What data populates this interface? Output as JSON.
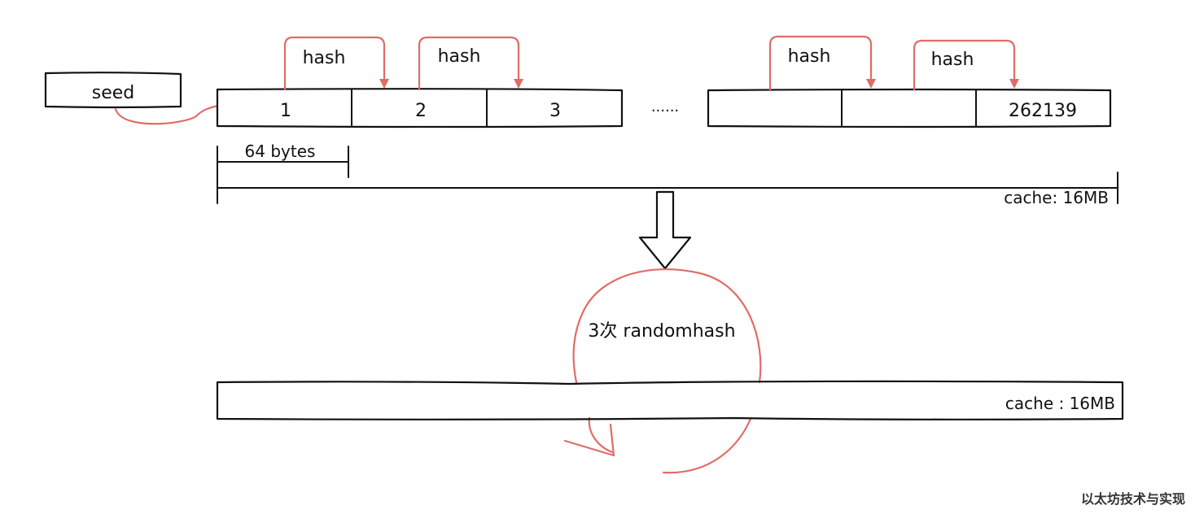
{
  "seed_label": "seed",
  "hash_label": "hash",
  "cells": [
    "1",
    "2",
    "3",
    "",
    "",
    "262139"
  ],
  "ellipsis": "......",
  "item_size_label": "64 bytes",
  "cache_size_label": "cache: 16MB",
  "bottom_cache_label": "cache : 16MB",
  "randomhash_label": "3次 randomhash",
  "watermark": "以太坊技术与实现",
  "colors": {
    "arrow": "#e06c68",
    "ink": "#111111"
  }
}
